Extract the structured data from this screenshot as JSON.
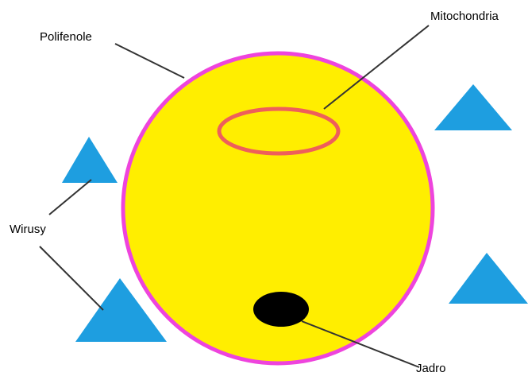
{
  "labels": {
    "polifenole": "Polifenole",
    "mitochondria": "Mitochondria",
    "wirusy": "Wirusy",
    "jadro": "Jadro"
  },
  "colors": {
    "cell_fill": "#ffee00",
    "cell_border": "#ee44dd",
    "mitochondria_border": "#ee5f5b",
    "nucleus_fill": "#000000",
    "virus_fill": "#1e9ee0",
    "leader_line": "#333333",
    "text": "#000000"
  },
  "virus_count": 4
}
